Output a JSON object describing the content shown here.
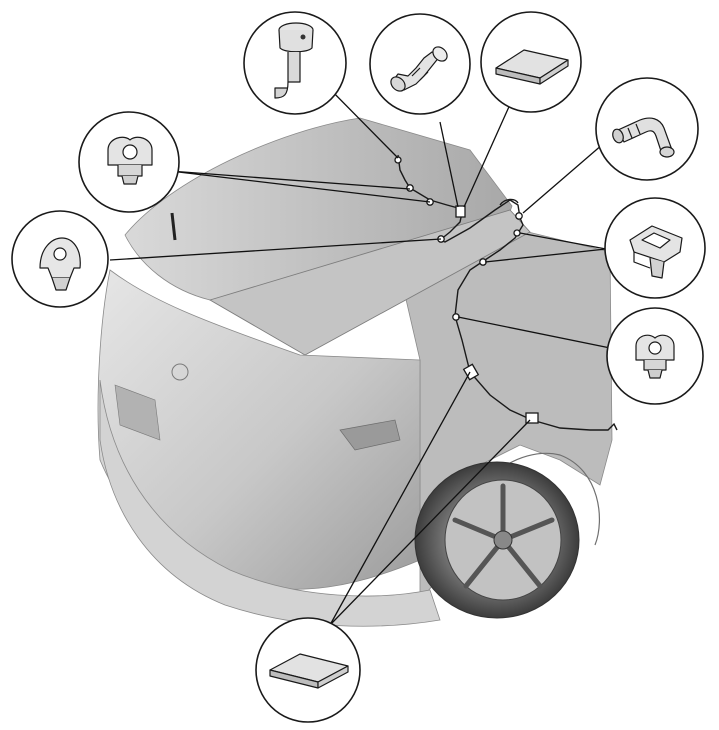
{
  "diagram": {
    "kind": "rear-window-washer-hose-routing",
    "callouts": [
      {
        "id": "rear-washer-nozzle",
        "icon": "washer-nozzle-icon"
      },
      {
        "id": "hose-joint-straight",
        "icon": "hose-joint-icon"
      },
      {
        "id": "tape-pad-upper",
        "icon": "tape-pad-icon"
      },
      {
        "id": "hose-joint-elbow",
        "icon": "elbow-joint-icon"
      },
      {
        "id": "hose-clip-left",
        "icon": "hose-clip-icon"
      },
      {
        "id": "hose-clip-large",
        "icon": "large-clip-icon"
      },
      {
        "id": "hose-holder-right",
        "icon": "hose-clip-icon"
      },
      {
        "id": "hose-clamp-left",
        "icon": "hose-clamp-icon"
      },
      {
        "id": "tape-pad-lower",
        "icon": "tape-pad-icon"
      }
    ],
    "colors": {
      "line": "#1a1a1a",
      "body_shade": "#bdbdbd",
      "background": "#ffffff"
    }
  }
}
